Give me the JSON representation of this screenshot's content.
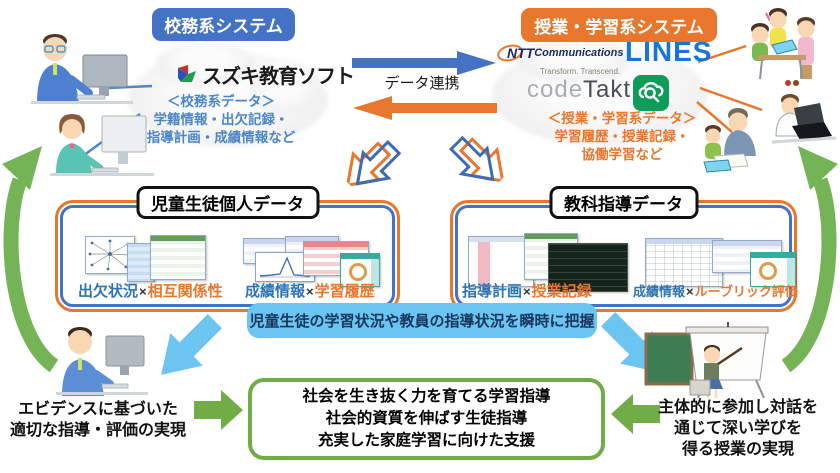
{
  "title_badges": {
    "left": "校務系システム",
    "right": "授業・学習系システム"
  },
  "left_cloud": {
    "vendor": "スズキ教育ソフト",
    "data_tag": "＜校務系データ＞",
    "lines": [
      "学籍情報・出欠記録・",
      "指導計画・成績情報など"
    ]
  },
  "right_cloud": {
    "ntt_bold": "NTT",
    "ntt_rest": "Communications",
    "lines_brand": "LINES",
    "tagline": "Transform. Transcend.",
    "code": "code",
    "takt": "Takt",
    "data_tag": "＜授業・学習系データ＞",
    "lines": [
      "学習履歴・授業記録・",
      "協働学習など"
    ]
  },
  "center": {
    "link_label": "データ連携"
  },
  "panels": {
    "left": {
      "title": "児童生徒個人データ",
      "pairs": [
        {
          "a": "出欠状況",
          "x": "×",
          "b": "相互関係性"
        },
        {
          "a": "成績情報",
          "x": "×",
          "b": "学習履歴"
        }
      ]
    },
    "right": {
      "title": "教科指導データ",
      "pairs": [
        {
          "a": "指導計画",
          "x": "×",
          "b": "授業記録"
        },
        {
          "a": "成績情報",
          "x": "×",
          "b": "ルーブリック評価"
        }
      ]
    }
  },
  "banner": {
    "text": "児童生徒の学習状況や教員の指導状況を瞬時に把握"
  },
  "outcome": {
    "lines": [
      "社会を生き抜く力を育てる学習指導",
      "社会的資質を伸ばす生徒指導",
      "充実した家庭学習に向けた支援"
    ]
  },
  "bottom_left": {
    "lines": [
      "エビデンスに基づいた",
      "適切な指導・評価の実現"
    ]
  },
  "bottom_right": {
    "lines": [
      "主体的に参加し対話を",
      "通じて深い学びを",
      "得る授業の実現"
    ]
  },
  "colors": {
    "blue": "#4472C4",
    "orange": "#E8762C",
    "light_blue": "#6CC5F0",
    "green": "#70AD47",
    "label_blue": "#2E74B5",
    "lines_blue": "#1B74D2",
    "codetakt_green": "#0E9D58",
    "data_text_blue": "#4A86C8",
    "banner_text": "#17365D"
  }
}
